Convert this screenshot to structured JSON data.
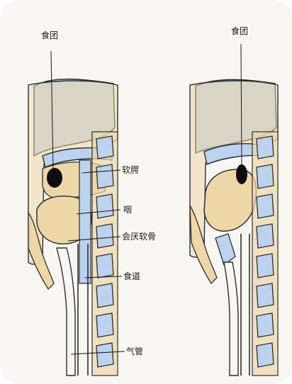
{
  "left_panel": {
    "top_label": "食团",
    "labels": {
      "soft_palate": "软腭",
      "pharynx": "咽",
      "epiglottis": "会厌软骨",
      "esophagus": "食道",
      "trachea": "气管"
    }
  },
  "right_panel": {
    "top_label": "食团"
  },
  "colors": {
    "tissue": "#eed7a6",
    "air_space": "#bcd3ef",
    "outline": "#2e2e2e",
    "bolus": "#0d0d0d"
  }
}
